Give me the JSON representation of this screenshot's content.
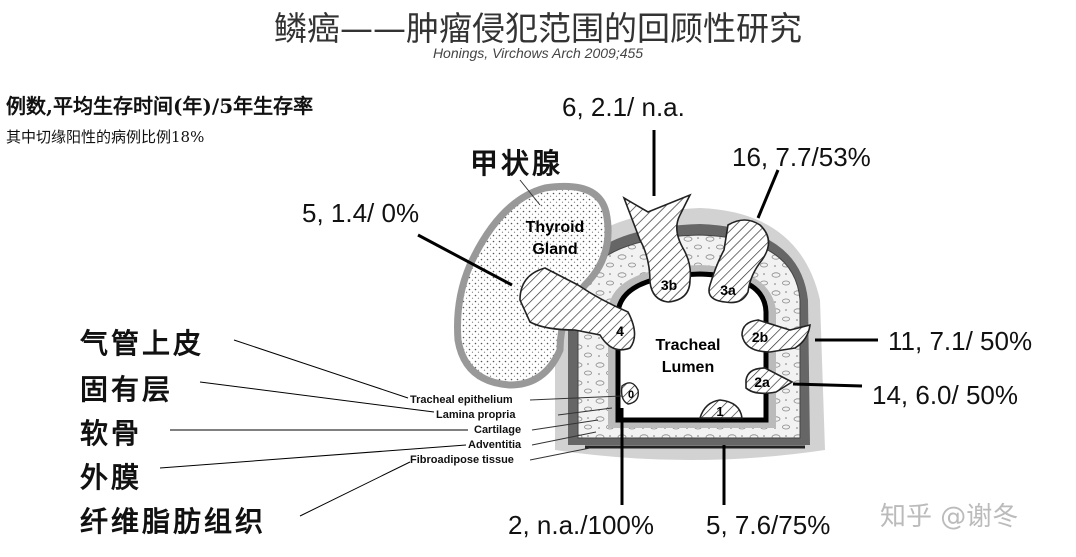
{
  "header": {
    "title": "鳞癌——肿瘤侵犯范围的回顾性研究",
    "citation": "Honings, Virchows Arch 2009;455"
  },
  "legend": {
    "line1": "例数,平均生存时间(年)/5年生存率",
    "line2": "其中切缘阳性的病例比例18%"
  },
  "chinese_labels": {
    "thyroid": "甲状腺",
    "epithelium": "气管上皮",
    "lamina_propria": "固有层",
    "cartilage": "软骨",
    "adventitia": "外膜",
    "fibroadipose": "纤维脂肪组织"
  },
  "layer_labels": {
    "epithelium": "Tracheal epithelium",
    "lamina_propria": "Lamina propria",
    "cartilage": "Cartilage",
    "adventitia": "Adventitia",
    "fibroadipose": "Fibroadipose tissue"
  },
  "structures": {
    "thyroid_line1": "Thyroid",
    "thyroid_line2": "Gland",
    "lumen_line1": "Tracheal",
    "lumen_line2": "Lumen"
  },
  "tumor_labels": {
    "t0": "0",
    "t1": "1",
    "t2a": "2a",
    "t2b": "2b",
    "t3a": "3a",
    "t3b": "3b",
    "t4": "4"
  },
  "stats": {
    "s3b": "6, 2.1/ n.a.",
    "s3a": "16, 7.7/53%",
    "s4": "5, 1.4/ 0%",
    "s2b": "11, 7.1/ 50%",
    "s2a": "14, 6.0/ 50%",
    "s0": "2, n.a./100%",
    "s1": "5, 7.6/75%"
  },
  "watermark": "知乎 @谢冬"
}
